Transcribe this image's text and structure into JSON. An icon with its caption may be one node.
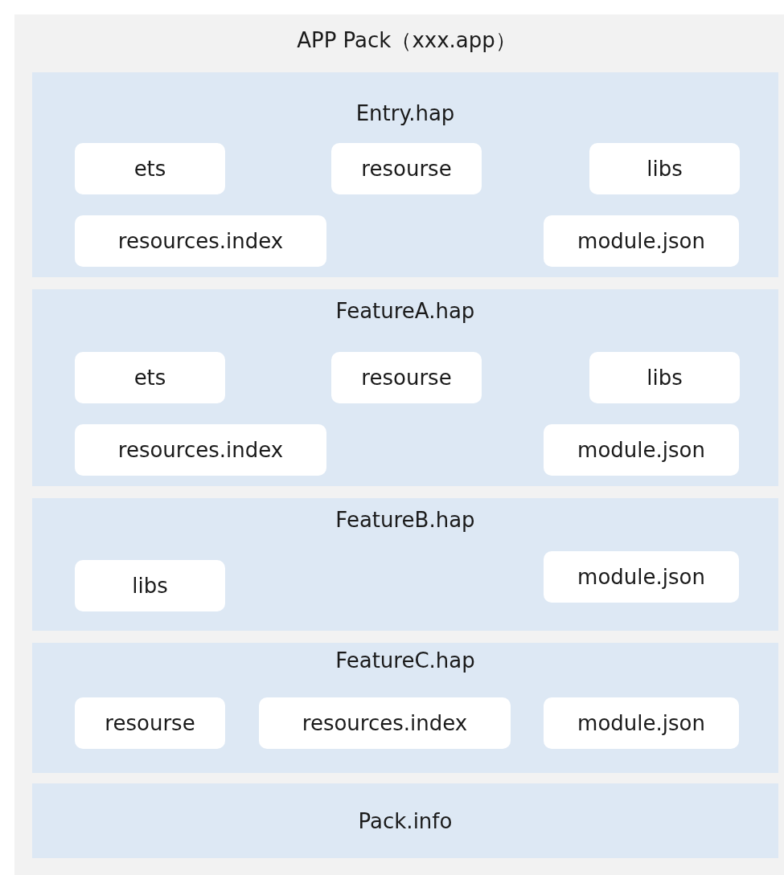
{
  "diagram": {
    "nodes": [
      {
        "text": [
          "APP Pack（xxx.app）"
        ]
      },
      {
        "text": [
          "Entry.hap"
        ],
        "in": 0
      },
      {
        "text": [
          "ets"
        ],
        "in": 1
      },
      {
        "text": [
          "resourse"
        ],
        "in": 1
      },
      {
        "text": [
          "libs"
        ],
        "in": 1
      },
      {
        "text": [
          "resources.index"
        ],
        "in": 1
      },
      {
        "text": [
          "module.json"
        ],
        "in": 1
      },
      {
        "text": [
          "FeatureA.hap"
        ],
        "in": 0
      },
      {
        "text": [
          "ets"
        ],
        "in": 7
      },
      {
        "text": [
          "resourse"
        ],
        "in": 7
      },
      {
        "text": [
          "libs"
        ],
        "in": 7
      },
      {
        "text": [
          "resources.index"
        ],
        "in": 7
      },
      {
        "text": [
          "module.json"
        ],
        "in": 7
      },
      {
        "text": [
          "FeatureB.hap"
        ],
        "in": 0
      },
      {
        "text": [
          "libs"
        ],
        "in": 13
      },
      {
        "text": [
          "module.json"
        ],
        "in": 13
      },
      {
        "text": [
          "FeatureC.hap"
        ],
        "in": 0
      },
      {
        "text": [
          "resourse"
        ],
        "in": 16
      },
      {
        "text": [
          "resources.index"
        ],
        "in": 16
      },
      {
        "text": [
          "module.json"
        ],
        "in": 16
      },
      {
        "text": [
          "Pack.info"
        ],
        "in": 0
      }
    ]
  }
}
